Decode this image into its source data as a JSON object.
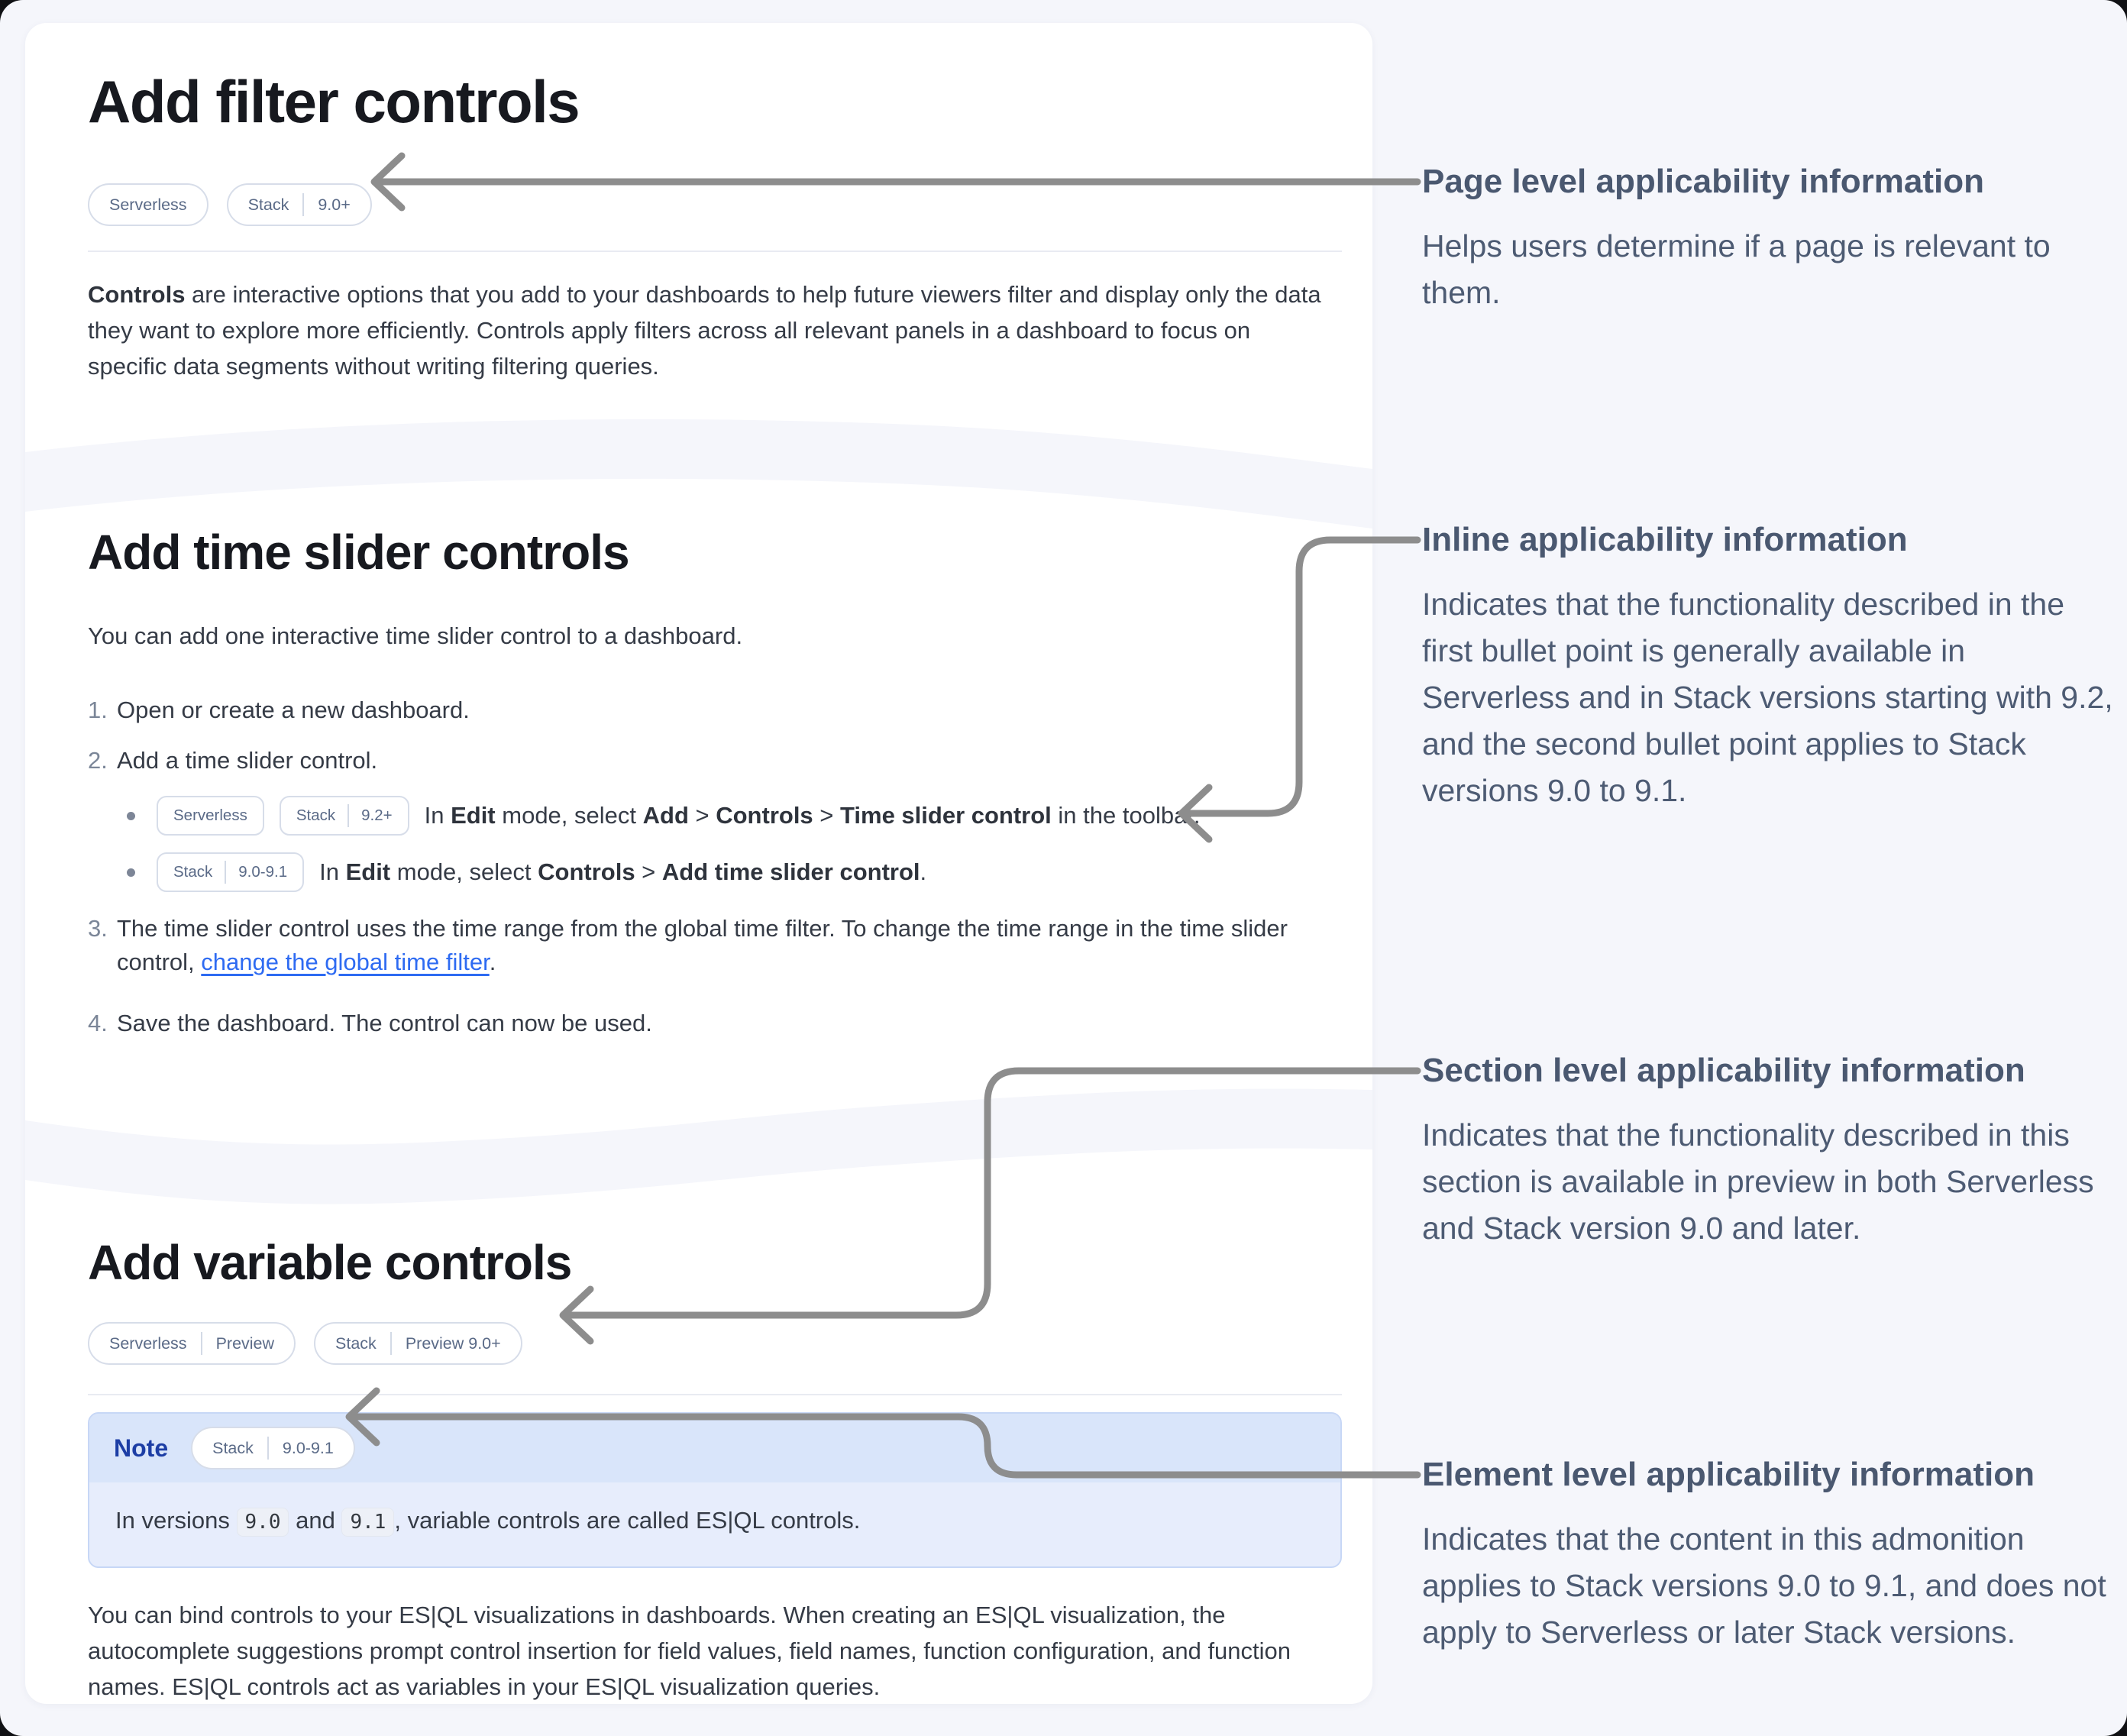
{
  "colors": {
    "page_background": "#f5f6fb",
    "card_background": "#ffffff",
    "heading_text": "#17191f",
    "body_text": "#353b46",
    "badge_text": "#5a6a87",
    "badge_border": "#d7dde9",
    "link_blue": "#2e6bf2",
    "note_label_blue": "#1d3ea5",
    "note_header_background": "#d9e5fa",
    "note_body_background": "#e7edfc",
    "annotation_text": "#4d5b73",
    "arrow_gray": "#8d8d8d"
  },
  "section1": {
    "title": "Add filter controls",
    "badges": [
      {
        "parts": [
          "Serverless"
        ]
      },
      {
        "parts": [
          "Stack",
          "9.0+"
        ]
      }
    ],
    "paragraph_segments": [
      {
        "text": "Controls",
        "style": "bold"
      },
      {
        "text": " are interactive options that you add to your dashboards to help future viewers filter and display only the data they want to explore more efficiently. Controls apply filters across all relevant panels in a dashboard to focus on specific data segments without writing filtering queries."
      }
    ]
  },
  "section2": {
    "title": "Add time slider controls",
    "intro": "You can add one interactive time slider control to a dashboard.",
    "steps": [
      {
        "number": "1.",
        "segments": [
          {
            "text": "Open or create a new dashboard."
          }
        ]
      },
      {
        "number": "2.",
        "segments": [
          {
            "text": "Add a time slider control."
          }
        ],
        "bullets": [
          {
            "badges": [
              {
                "parts": [
                  "Serverless"
                ]
              },
              {
                "parts": [
                  "Stack",
                  "9.2+"
                ]
              }
            ],
            "segments": [
              {
                "text": "In "
              },
              {
                "text": "Edit",
                "style": "bold"
              },
              {
                "text": " mode, select "
              },
              {
                "text": "Add",
                "style": "bold"
              },
              {
                "text": " > "
              },
              {
                "text": "Controls",
                "style": "bold"
              },
              {
                "text": " > "
              },
              {
                "text": "Time slider control",
                "style": "bold"
              },
              {
                "text": " in the toolbar."
              }
            ]
          },
          {
            "badges": [
              {
                "parts": [
                  "Stack",
                  "9.0-9.1"
                ]
              }
            ],
            "segments": [
              {
                "text": "In "
              },
              {
                "text": "Edit",
                "style": "bold"
              },
              {
                "text": " mode, select "
              },
              {
                "text": "Controls",
                "style": "bold"
              },
              {
                "text": " > "
              },
              {
                "text": "Add time slider control",
                "style": "bold"
              },
              {
                "text": "."
              }
            ]
          }
        ]
      },
      {
        "number": "3.",
        "segments": [
          {
            "text": "The time slider control uses the time range from the global time filter. To change the time range in the time slider control, "
          },
          {
            "text": "change the global time filter",
            "style": "link"
          },
          {
            "text": "."
          }
        ]
      },
      {
        "number": "4.",
        "segments": [
          {
            "text": "Save the dashboard. The control can now be used."
          }
        ]
      }
    ]
  },
  "section3": {
    "title": "Add variable controls",
    "badges": [
      {
        "parts": [
          "Serverless",
          "Preview"
        ]
      },
      {
        "parts": [
          "Stack",
          "Preview 9.0+"
        ]
      }
    ],
    "note": {
      "label": "Note",
      "badge": {
        "parts": [
          "Stack",
          "9.0-9.1"
        ]
      },
      "segments": [
        {
          "text": "In versions "
        },
        {
          "text": "9.0",
          "style": "code"
        },
        {
          "text": " and "
        },
        {
          "text": "9.1",
          "style": "code"
        },
        {
          "text": ", variable controls are called ES|QL controls."
        }
      ]
    },
    "paragraph": "You can bind controls to your ES|QL visualizations in dashboards. When creating an ES|QL visualization, the autocomplete suggestions prompt control insertion for field values, field names, function configuration, and function names. ES|QL controls act as variables in your ES|QL visualization queries."
  },
  "annotations": [
    {
      "title": "Page level applicability information",
      "body": "Helps users determine if a page is relevant to them."
    },
    {
      "title": "Inline applicability information",
      "body": "Indicates that the functionality described in the first bullet point is generally available in Serverless and in Stack versions starting with 9.2, and the second bullet point applies to Stack versions 9.0 to 9.1."
    },
    {
      "title": "Section level applicability information",
      "body": "Indicates that the functionality described in this section is available in preview in both Serverless and Stack version 9.0 and later."
    },
    {
      "title": "Element level applicability information",
      "body": "Indicates that the content in this admonition applies to Stack versions 9.0 to 9.1, and does not apply to Serverless or later Stack versions."
    }
  ]
}
